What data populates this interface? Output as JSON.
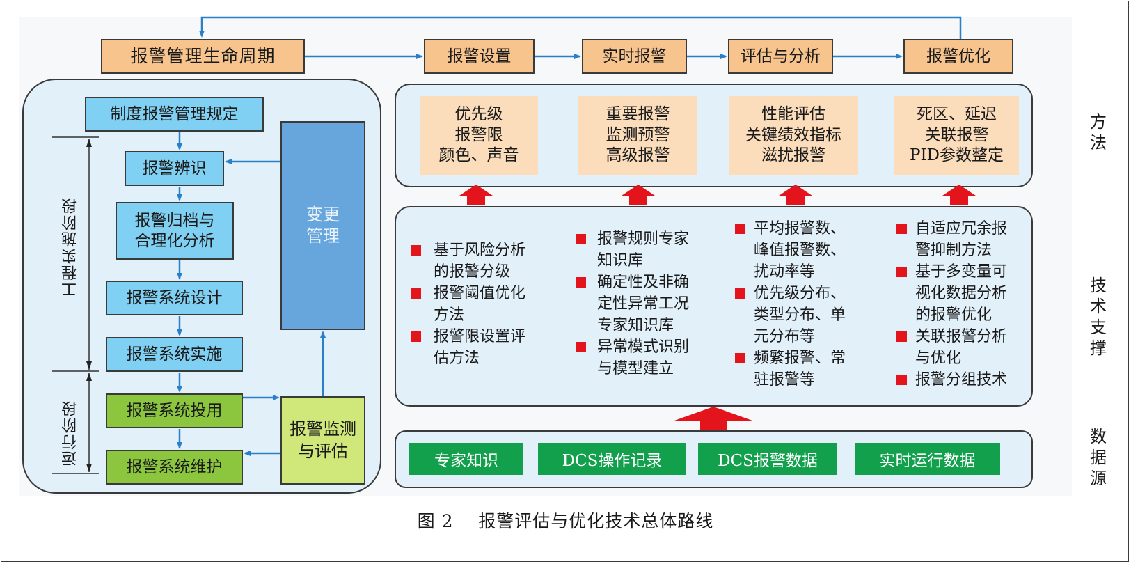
{
  "lifecycle": {
    "title": "报警管理生命周期",
    "stages": [
      "报警设置",
      "实时报警",
      "评估与分析",
      "报警优化"
    ]
  },
  "left_panel": {
    "steps": [
      "制度报警管理规定",
      "报警辨识",
      "报警归档与\n合理化分析",
      "报警系统设计",
      "报警系统实施",
      "报警系统投用",
      "报警系统维护"
    ],
    "change_management": "变更\n管理",
    "monitoring": "报警监测\n与评估",
    "phase_engineering": "工程实施阶段",
    "phase_operation": "运行阶段"
  },
  "methods": {
    "label": "方法",
    "boxes": [
      [
        "优先级",
        "报警限",
        "颜色、声音"
      ],
      [
        "重要报警",
        "监测预警",
        "高级报警"
      ],
      [
        "性能评估",
        "关键绩效指标",
        "滋扰报警"
      ],
      [
        "死区、延迟",
        "关联报警",
        "PID参数整定"
      ]
    ]
  },
  "tech_support": {
    "label": "技术支撑",
    "columns": [
      [
        [
          "基于风险分析",
          "的报警分级"
        ],
        [
          "报警阈值优化",
          "方法"
        ],
        [
          "报警限设置评",
          "估方法"
        ]
      ],
      [
        [
          "报警规则专家",
          "知识库"
        ],
        [
          "确定性及非确",
          "定性异常工况",
          "专家知识库"
        ],
        [
          "异常模式识别",
          "与模型建立"
        ]
      ],
      [
        [
          "平均报警数、",
          "峰值报警数、",
          "扰动率等"
        ],
        [
          "优先级分布、",
          "类型分布、单",
          "元分布等"
        ],
        [
          "频繁报警、常",
          "驻报警等"
        ]
      ],
      [
        [
          "自适应冗余报",
          "警抑制方法"
        ],
        [
          "基于多变量可",
          "视化数据分析",
          "的报警优化"
        ],
        [
          "关联报警分析",
          "与优化"
        ],
        [
          "报警分组技术"
        ]
      ]
    ]
  },
  "data_sources": {
    "label": "数据源",
    "items": [
      "专家知识",
      "DCS操作记录",
      "DCS报警数据",
      "实时运行数据"
    ]
  },
  "caption": "图 2    报警评估与优化技术总体路线",
  "colors": {
    "lifecycle_box": "#f7c48e",
    "panel_fill": "#e2f0f9",
    "step_blue": "#7fd0f2",
    "change_mgmt": "#67a6dc",
    "operation_green": "#8cc63f",
    "monitoring_lime": "#d0e77a",
    "method_peach": "#fbdcbb",
    "data_green": "#12a04c",
    "arrow_blue": "#2a7fc9",
    "arrow_red": "#e3141c"
  }
}
